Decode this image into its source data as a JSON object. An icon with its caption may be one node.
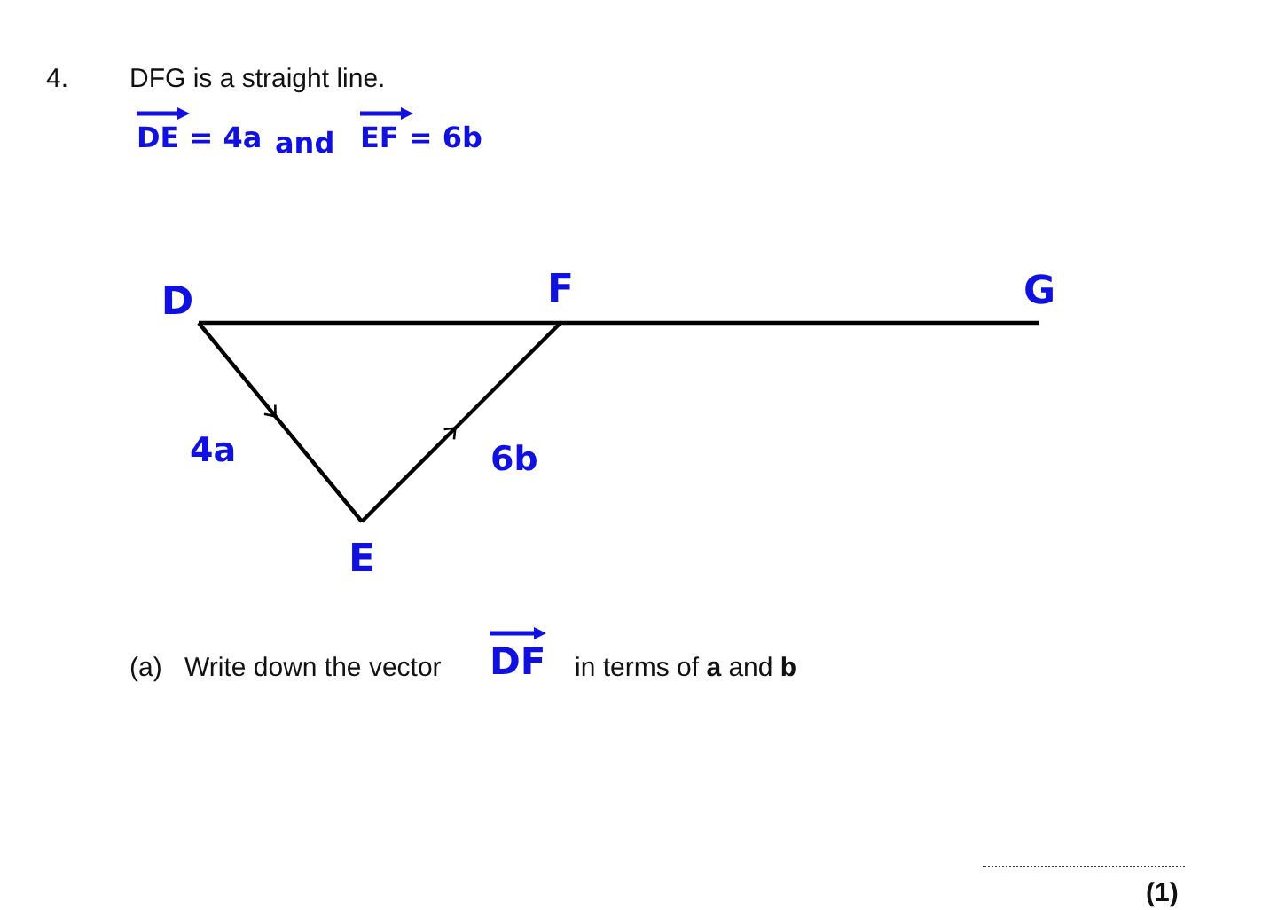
{
  "diagram": {
    "nodes": [
      {
        "text": [
          "D"
        ]
      },
      {
        "text": [
          "F"
        ]
      },
      {
        "text": [
          "G"
        ]
      },
      {
        "text": [
          "E"
        ]
      }
    ],
    "edges": [
      {
        "from": 0,
        "to": 1,
        "arrow": "none"
      },
      {
        "from": 1,
        "to": 2,
        "arrow": "none"
      },
      {
        "from": 0,
        "to": 3,
        "arrow": "to",
        "label": "4a"
      },
      {
        "from": 3,
        "to": 1,
        "arrow": "to",
        "label": "6b"
      }
    ],
    "labels": [
      "4.",
      "DFG is a straight line.",
      "DE = 4a",
      "and",
      "EF = 6b",
      "(a)",
      "Write down the vector",
      "DF",
      "in terms of **a** and **b**",
      "(1)"
    ]
  }
}
